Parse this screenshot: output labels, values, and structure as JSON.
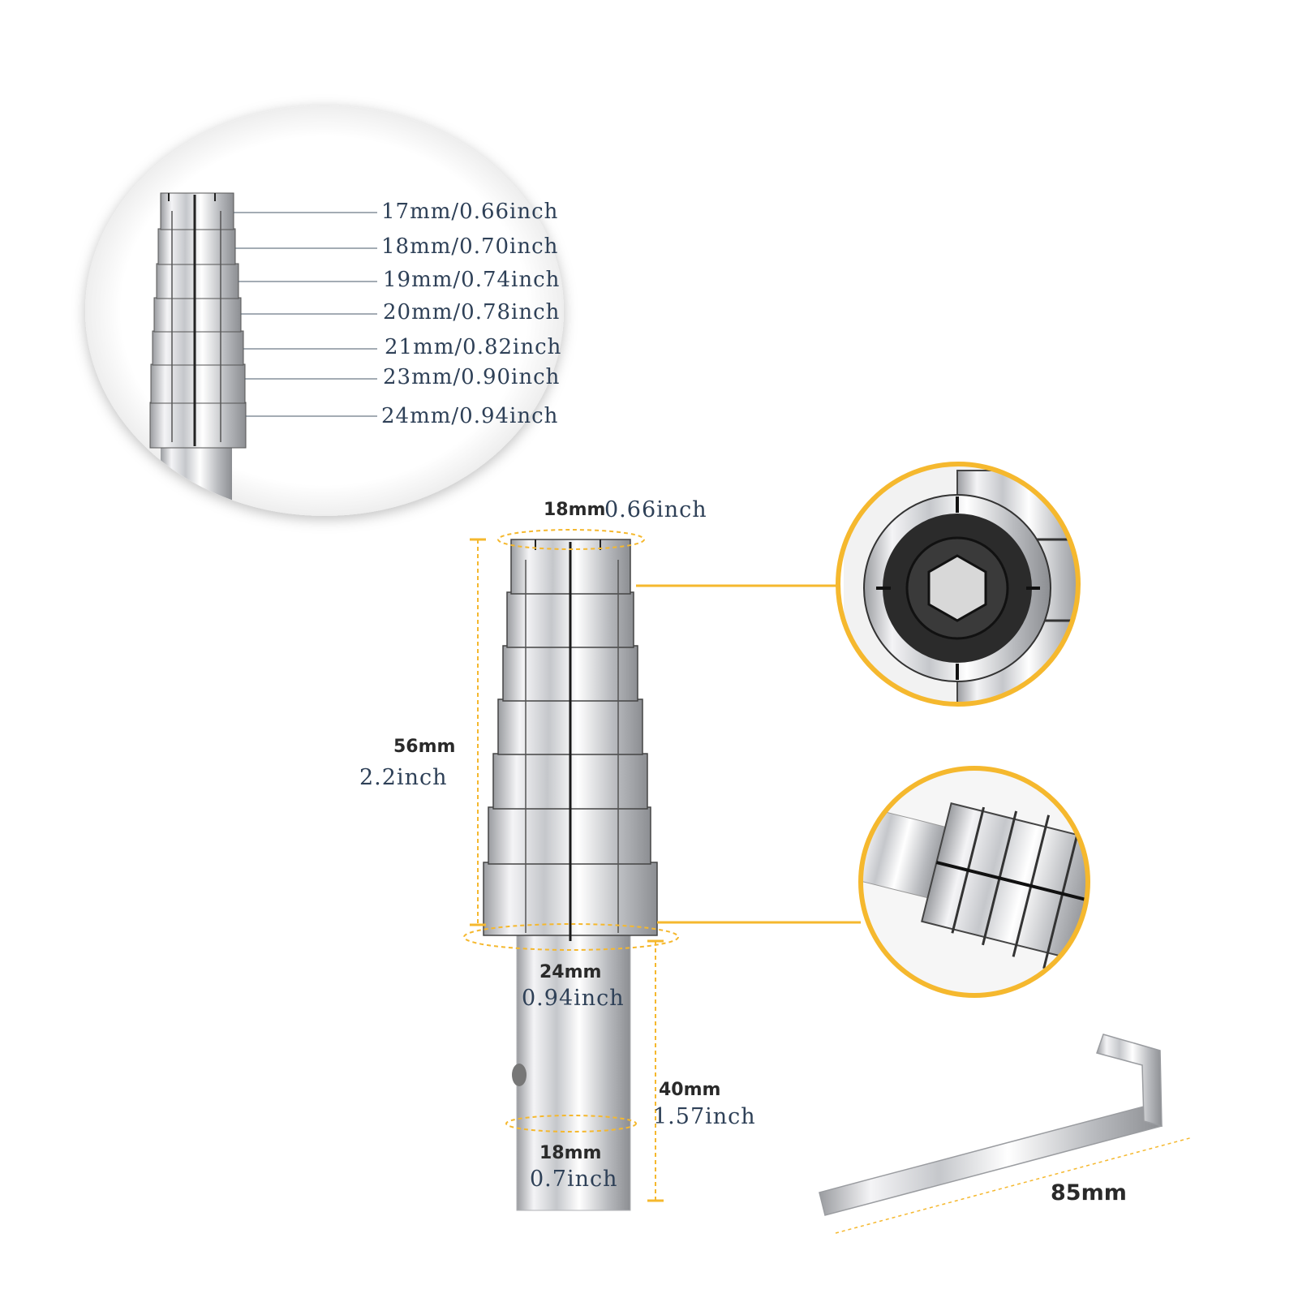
{
  "callout": {
    "sizes": [
      "17mm/0.66inch",
      "18mm/0.70inch",
      "19mm/0.74inch",
      "20mm/0.78inch",
      "21mm/0.82inch",
      "23mm/0.90inch",
      "24mm/0.94inch"
    ]
  },
  "dimensions": {
    "top_mm": "18mm",
    "top_in": "0.66inch",
    "length_mm": "56mm",
    "length_in": "2.2inch",
    "base_mm": "24mm",
    "base_in": "0.94inch",
    "shaft_len_mm": "40mm",
    "shaft_len_in": "1.57inch",
    "shaft_dia_mm": "18mm",
    "shaft_dia_in": "0.7inch",
    "wrench_mm": "85mm"
  },
  "colors": {
    "accent": "#f5b82e",
    "metal": "#dcdde0",
    "label_text": "#2e4057"
  }
}
